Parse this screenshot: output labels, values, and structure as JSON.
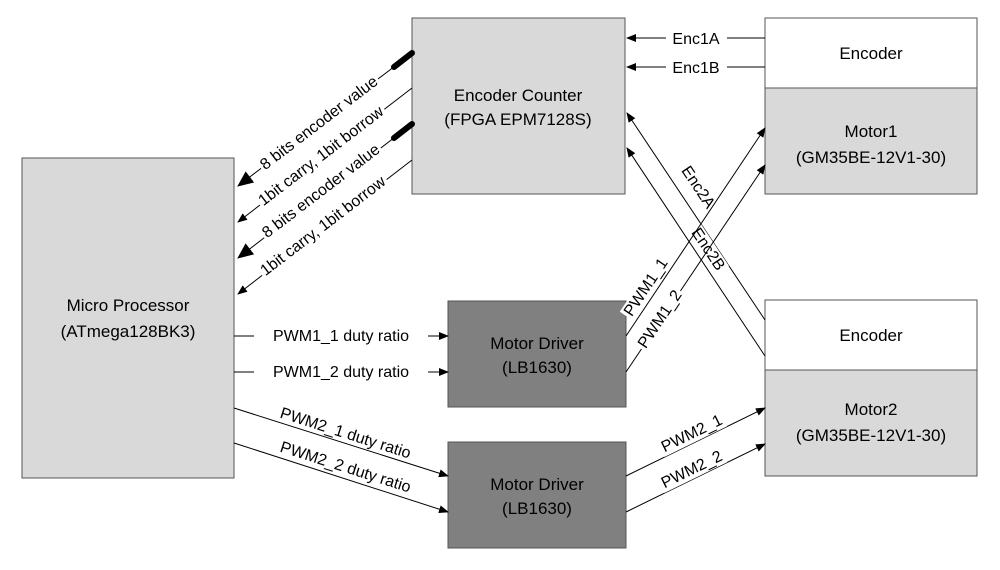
{
  "colors": {
    "block_light": "#d9d9d9",
    "block_dark": "#808080",
    "block_white": "#ffffff",
    "stroke": "#555555",
    "line": "#000000"
  },
  "blocks": {
    "micro": {
      "line1": "Micro Processor",
      "line2": "(ATmega128BK3)"
    },
    "fpga": {
      "line1": "Encoder Counter",
      "line2": "(FPGA EPM7128S)"
    },
    "encoder1": {
      "line1": "Encoder"
    },
    "motor1": {
      "line1": "Motor1",
      "line2": "(GM35BE-12V1-30)"
    },
    "driver1": {
      "line1": "Motor Driver",
      "line2": "(LB1630)"
    },
    "driver2": {
      "line1": "Motor Driver",
      "line2": "(LB1630)"
    },
    "encoder2": {
      "line1": "Encoder"
    },
    "motor2": {
      "line1": "Motor2",
      "line2": "(GM35BE-12V1-30)"
    }
  },
  "labels": {
    "enc1a": "Enc1A",
    "enc1b": "Enc1B",
    "enc2a": "Enc2A",
    "enc2b": "Enc2B",
    "bus1_value": "8 bits encoder value",
    "bus1_carry": "1bit carry, 1bit borrow",
    "bus2_value": "8 bits encoder value",
    "bus2_carry": "1bit carry, 1bit borrow",
    "pwm1_1_duty": "PWM1_1 duty ratio",
    "pwm1_2_duty": "PWM1_2 duty ratio",
    "pwm2_1_duty": "PWM2_1 duty ratio",
    "pwm2_2_duty": "PWM2_2 duty ratio",
    "pwm1_1": "PWM1_1",
    "pwm1_2": "PWM1_2",
    "pwm2_1": "PWM2_1",
    "pwm2_2": "PWM2_2"
  }
}
